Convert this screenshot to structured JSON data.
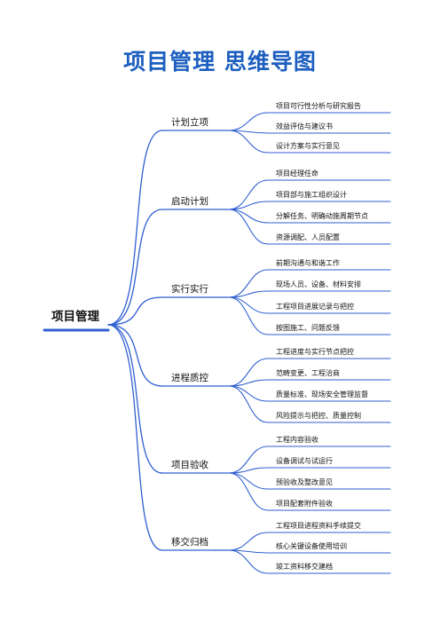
{
  "title": "项目管理  思维导图",
  "colors": {
    "title": "#1d5fbf",
    "line": "#2f5fd0"
  },
  "root": {
    "label": "项目管理"
  },
  "branches": [
    {
      "label": "计划立项",
      "leaves": [
        "项目可行性分析与研究报告",
        "效益评估与建议书",
        "设计方案与实行意见"
      ]
    },
    {
      "label": "启动计划",
      "leaves": [
        "项目经理任命",
        "项目部与施工组织设计",
        "分解任务、明确动施周期节点",
        "资源调配、人员配置"
      ]
    },
    {
      "label": "实行实行",
      "leaves": [
        "前期沟通与和谐工作",
        "现场人员、设备、材料安排",
        "工程项目进展记录与把控",
        "按图施工、问题反馈"
      ]
    },
    {
      "label": "进程质控",
      "leaves": [
        "工程进度与实行节点把控",
        "范畴变更、工程洽商",
        "质量标准、现场安全管理监督",
        "风险提示与把控、质量控制"
      ]
    },
    {
      "label": "项目验收",
      "leaves": [
        "工程内容验收",
        "设备调试与试运行",
        "预验收及整改意见",
        "项目配套附件验收"
      ]
    },
    {
      "label": "移交归档",
      "leaves": [
        "工程项目进程资料手续提交",
        "核心关键设备使用培训",
        "竣工资料移交建档"
      ]
    }
  ]
}
